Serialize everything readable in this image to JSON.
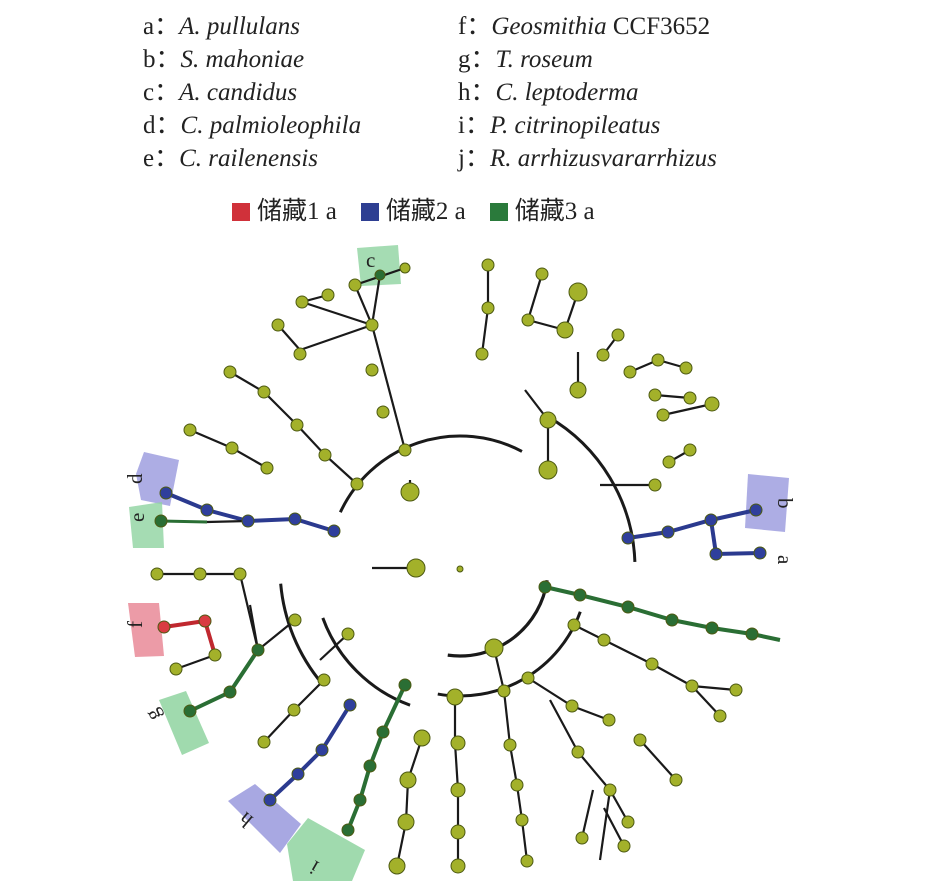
{
  "species_key": {
    "left": [
      {
        "letter": "a：",
        "name": "A. pullulans",
        "suffix": ""
      },
      {
        "letter": "b：",
        "name": "S. mahoniae",
        "suffix": ""
      },
      {
        "letter": "c：",
        "name": "A. candidus",
        "suffix": ""
      },
      {
        "letter": "d：",
        "name": "C. palmioleophila",
        "suffix": ""
      },
      {
        "letter": "e：",
        "name": "C. railenensis",
        "suffix": ""
      }
    ],
    "right": [
      {
        "letter": "f：",
        "name": "Geosmithia",
        "suffix": " CCF3652"
      },
      {
        "letter": "g：",
        "name": "T. roseum",
        "suffix": ""
      },
      {
        "letter": "h：",
        "name": "C. leptoderma",
        "suffix": ""
      },
      {
        "letter": "i：",
        "name": "P. citrinopileatus",
        "suffix": ""
      },
      {
        "letter": "j：",
        "name": "R. arrhizusvararrhizus",
        "suffix": ""
      }
    ]
  },
  "legend": [
    {
      "label": "储藏1 a",
      "color": "#d0313a"
    },
    {
      "label": "储藏2 a",
      "color": "#2e3f92"
    },
    {
      "label": "储藏3 a",
      "color": "#2a7a3b"
    }
  ],
  "colors": {
    "node_default": "#a3b12a",
    "node_stroke": "#4d5a12",
    "edge_default": "#1a1a1a",
    "group1_edge": "#c0282f",
    "group2_edge": "#2b3a8f",
    "group3_edge": "#2a6e34",
    "shade1": "#e98a98",
    "shade2": "#9999dd",
    "shade3": "#8fd3a0"
  },
  "clade_labels": {
    "a": "a",
    "b": "b",
    "c": "c",
    "d": "d",
    "e": "e",
    "f": "f",
    "g": "g",
    "h": "h",
    "i": "i"
  }
}
